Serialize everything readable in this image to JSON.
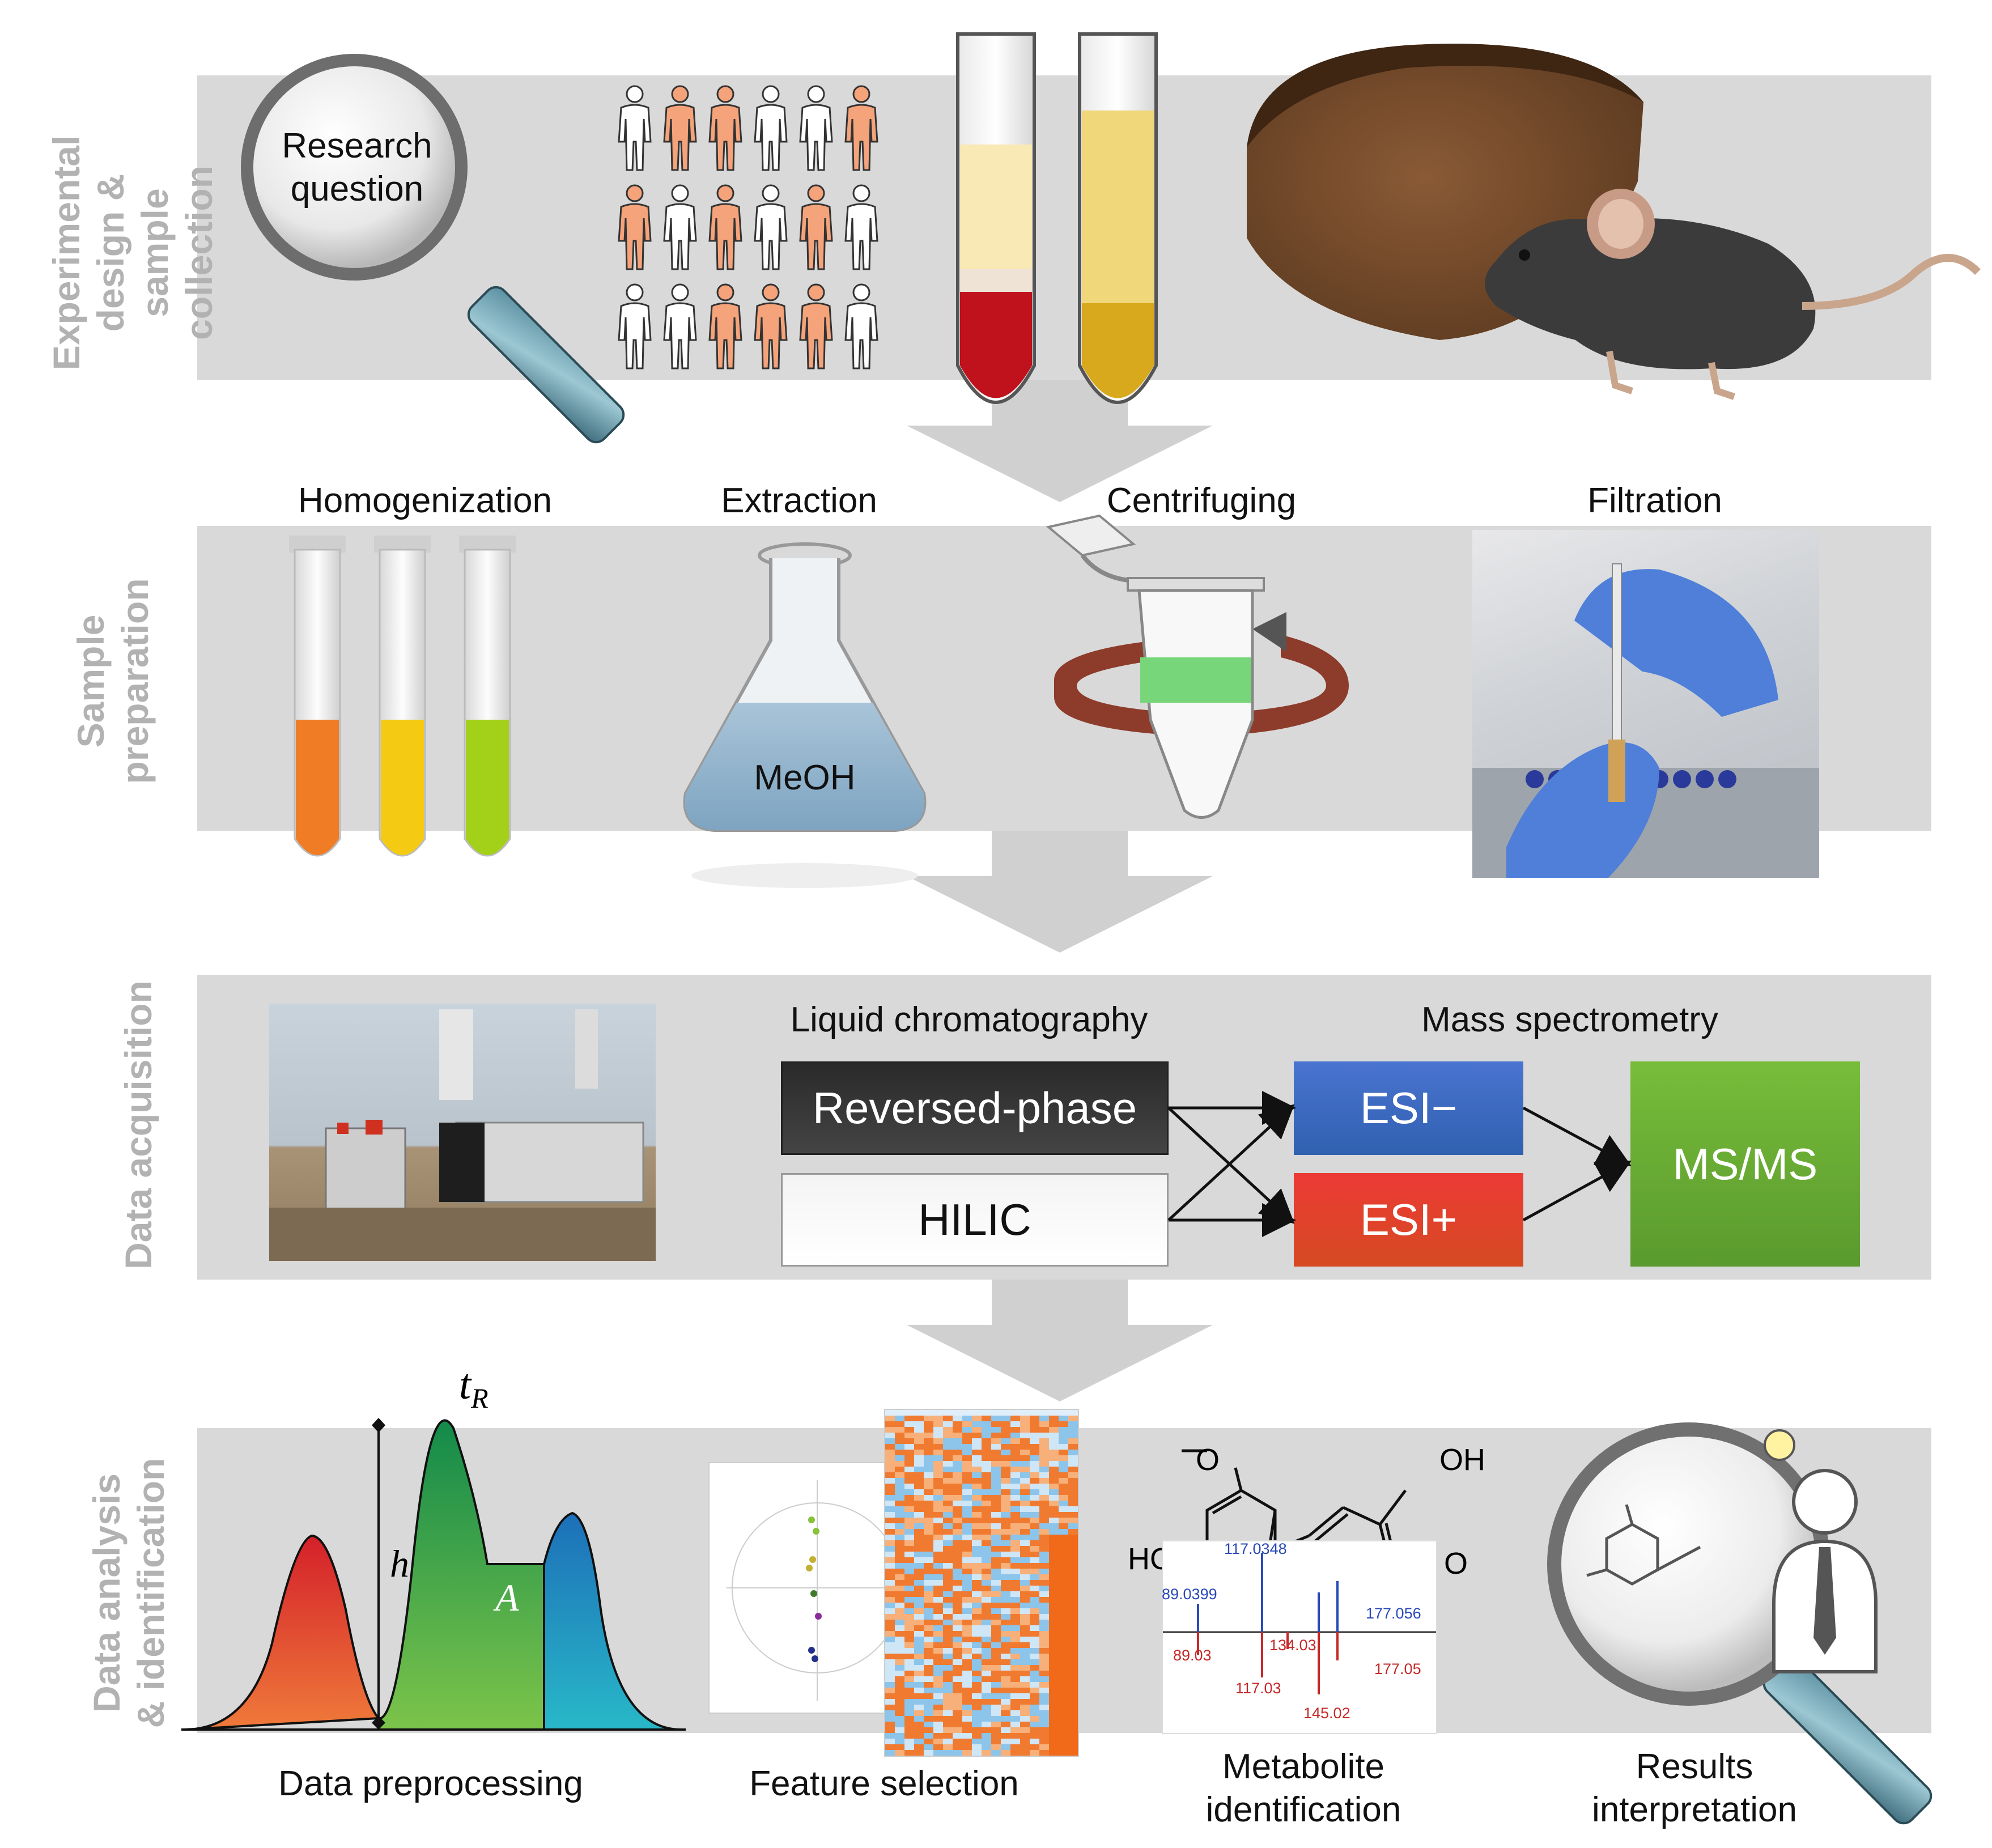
{
  "rows": [
    {
      "label": "Experimental\ndesign & sample\ncollection"
    },
    {
      "label": "Sample\npreparation"
    },
    {
      "label": "Data acquisition"
    },
    {
      "label": "Data analysis\n& identification"
    }
  ],
  "row1": {
    "magnifier_text_line1": "Research",
    "magnifier_text_line2": "question"
  },
  "row2": {
    "steps": [
      "Homogenization",
      "Extraction",
      "Centrifuging",
      "Filtration"
    ],
    "flask_label": "MeOH"
  },
  "row3": {
    "lc_title": "Liquid chromatography",
    "ms_title": "Mass spectrometry",
    "rp_label": "Reversed-phase",
    "hilic_label": "HILIC",
    "esi_neg": "ESI−",
    "esi_pos": "ESI+",
    "msms": "MS/MS"
  },
  "row4": {
    "steps": [
      "Data preprocessing",
      "Feature selection",
      "Metabolite\nidentification",
      "Results\ninterpretation"
    ],
    "peak_labels": {
      "tr": "t",
      "tr_sub": "R",
      "h": "h",
      "a": "A"
    },
    "structure_labels": {
      "oh": "OH",
      "ho": "HO",
      "o": "O",
      "methoxy": "O"
    },
    "spectrum_top": [
      "117.0348",
      "89.0399",
      "177.056"
    ],
    "spectrum_bottom": [
      "89.03",
      "134.03",
      "177.05",
      "117.03",
      "145.02"
    ]
  },
  "colors": {
    "band": "#d9d9d9",
    "band_label": "#b2b2b2",
    "person_orange": "#f4a37a",
    "esi_neg": "#3a6fc4",
    "esi_pos": "#e03b30",
    "msms": "#6aaa3a",
    "reversed_phase": "#333333"
  }
}
